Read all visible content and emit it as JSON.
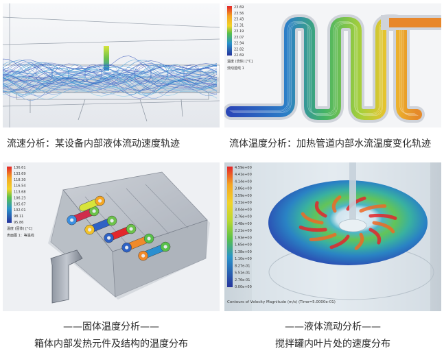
{
  "panels": [
    {
      "caption": "流速分析：某设备内部液体流动速度轨迹"
    },
    {
      "caption": "流体温度分析：加热管道内部水流温度变化轨迹",
      "legend": {
        "values": [
          "23.69",
          "23.56",
          "23.43",
          "23.31",
          "23.19",
          "23.07",
          "22.94",
          "22.82",
          "22.69"
        ],
        "label": "温度 (流体) [°C]",
        "sublabel": "流动迹线 1"
      }
    },
    {
      "caption_top": "——固体温度分析——",
      "caption_bottom": "箱体内部发热元件及结构的温度分布",
      "legend": {
        "values": [
          "136.61",
          "133.69",
          "118.30",
          "116.54",
          "113.68",
          "106.23",
          "105.67",
          "102.01",
          "98.11",
          "95.86"
        ],
        "label": "温度 (固体) [°C]",
        "sublabel": "表面图 1：等温线"
      }
    },
    {
      "caption_top": "——液体流动分析——",
      "caption_bottom": "搅拌罐内叶片处的速度分布",
      "legend": {
        "values": [
          "4.59e+00",
          "4.41e+00",
          "4.14e+00",
          "3.86e+00",
          "3.59e+00",
          "3.31e+00",
          "3.04e+00",
          "2.76e+00",
          "2.48e+00",
          "2.21e+00",
          "1.93e+00",
          "1.65e+00",
          "1.38e+00",
          "1.10e+00",
          "8.27e-01",
          "5.51e-01",
          "2.76e-01",
          "0.00e+00"
        ],
        "footer": "Contours of Velocity Magnitude (m/s)   (Time=5.0000e-01)"
      }
    }
  ],
  "colors": {
    "rainbow": [
      "#e3262a",
      "#ee6a25",
      "#f4a623",
      "#f2d32a",
      "#b9d832",
      "#58c04a",
      "#2fb38f",
      "#2a93c9",
      "#2f5fb8",
      "#26349c"
    ]
  }
}
